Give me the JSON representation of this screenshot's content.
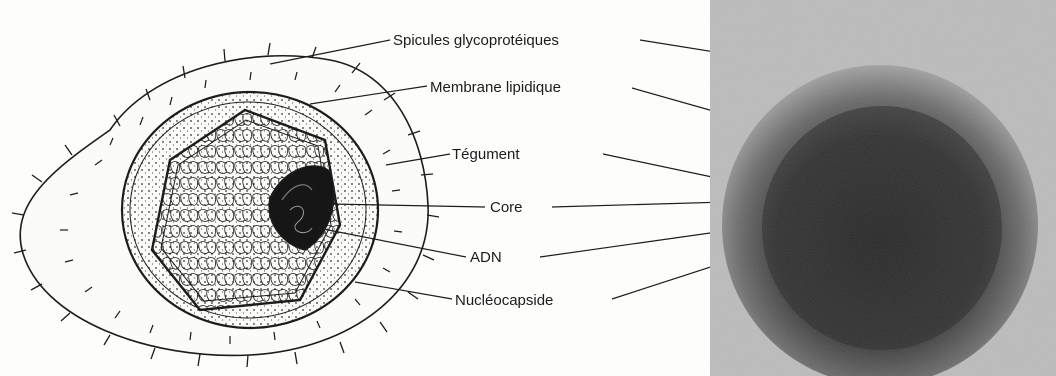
{
  "labels": {
    "spicules": "Spicules glycoprotéiques",
    "membrane": "Membrane lipidique",
    "tegument": "Tégument",
    "core": "Core",
    "adn": "ADN",
    "nucleocapside": "Nucléocapside"
  },
  "colors": {
    "ink": "#1c1c1c",
    "paper": "#fdfdfb",
    "micrograph_dark": "#2e2e2e",
    "micrograph_light": "#b9b9b9"
  }
}
